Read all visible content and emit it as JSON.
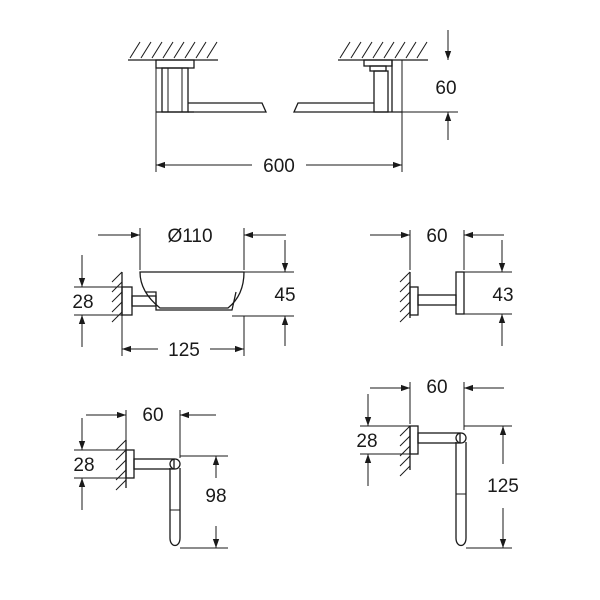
{
  "towel_bar": {
    "width_label": "600",
    "depth_label": "60"
  },
  "soap_dish": {
    "diameter_label": "Ø110",
    "height_label": "45",
    "plate_label": "28",
    "projection_label": "125"
  },
  "robe_hook": {
    "projection_label": "60",
    "height_label": "43"
  },
  "ring_holder": {
    "projection_label": "60",
    "plate_label": "28",
    "drop_label": "98"
  },
  "paper_holder": {
    "projection_label": "60",
    "plate_label": "28",
    "drop_label": "125"
  }
}
